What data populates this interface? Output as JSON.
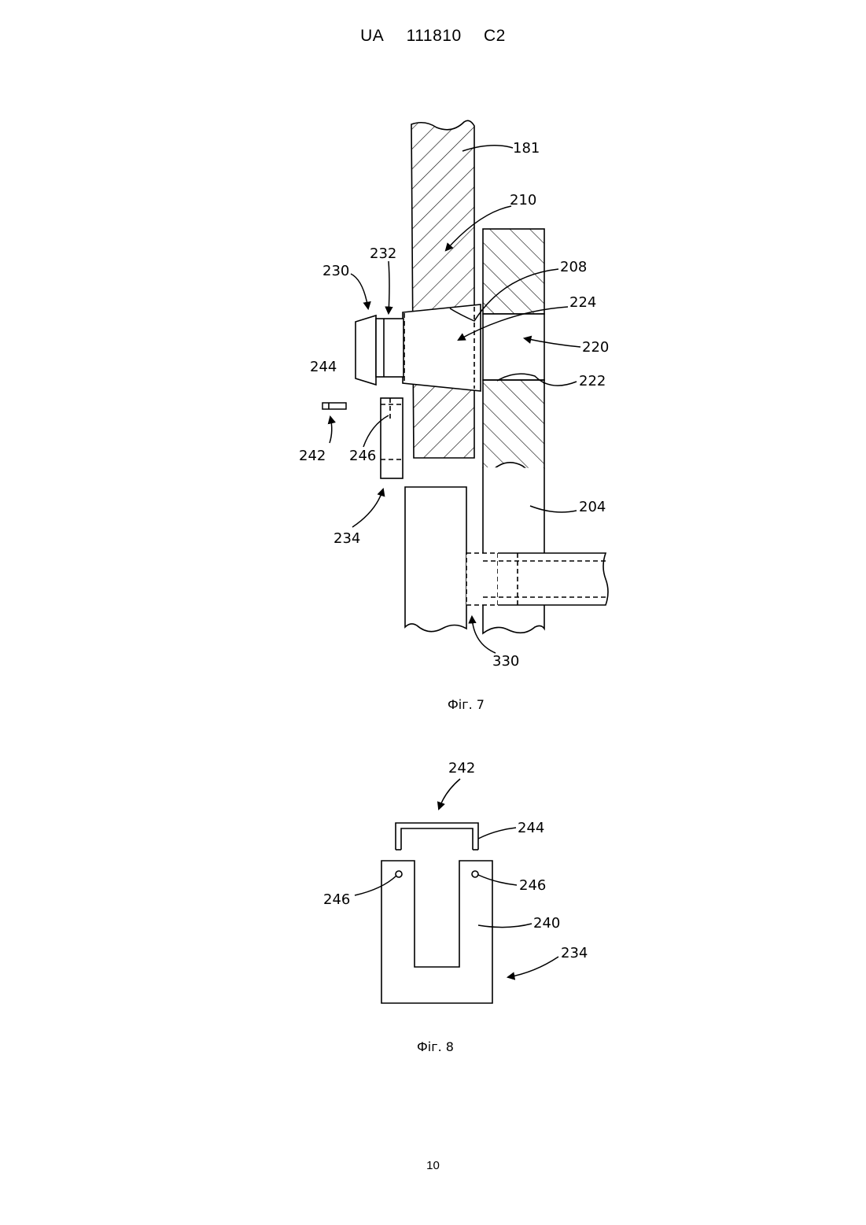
{
  "header": {
    "country": "UA",
    "number": "111810",
    "kind": "C2"
  },
  "figures": [
    {
      "caption": "Фіг. 7",
      "labels": {
        "l181": "181",
        "l210": "210",
        "l208": "208",
        "l224": "224",
        "l220": "220",
        "l222": "222",
        "l230": "230",
        "l232": "232",
        "l244": "244",
        "l242": "242",
        "l246": "246",
        "l234": "234",
        "l204": "204",
        "l330": "330"
      }
    },
    {
      "caption": "Фіг. 8",
      "labels": {
        "l242": "242",
        "l244": "244",
        "l246a": "246",
        "l246b": "246",
        "l240": "240",
        "l234": "234"
      }
    }
  ],
  "page_number": "10"
}
